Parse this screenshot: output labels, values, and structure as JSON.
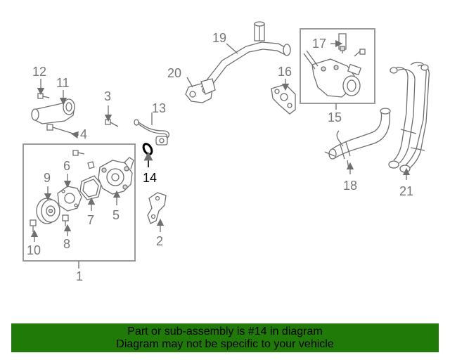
{
  "callouts": {
    "c1": "1",
    "c2": "2",
    "c3": "3",
    "c4": "4",
    "c5": "5",
    "c6": "6",
    "c7": "7",
    "c8": "8",
    "c9": "9",
    "c10": "10",
    "c11": "11",
    "c12": "12",
    "c13": "13",
    "c14": "14",
    "c15": "15",
    "c16": "16",
    "c17": "17",
    "c18": "18",
    "c19": "19",
    "c20": "20",
    "c21": "21"
  },
  "highlighted_part": "14",
  "banner": {
    "line1": "Part or sub-assembly is #14 in diagram",
    "line2": "Diagram may not be specific to your vehicle"
  },
  "colors": {
    "banner_bg": "#1f7a08",
    "line_gray": "#6f6f6f",
    "highlight_label": "#000000"
  }
}
